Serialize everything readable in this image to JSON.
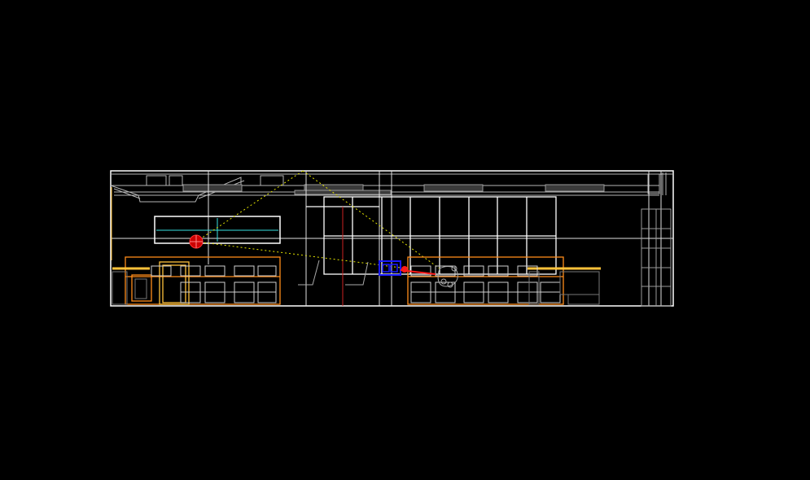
{
  "viewport": {
    "background": "#000000",
    "description_colors": {
      "frame": "#ffffff",
      "structure": "#c8c8c8",
      "ceiling_fixtures": "#9a9a9a",
      "furniture_orange": "#ff8c1a",
      "furniture_yellow": "#ffc23a",
      "accent_cyan": "#39e0e0",
      "camera_blue": "#1a1aff",
      "light_red": "#ff1a1a",
      "guide_line_yellow": "#e6e600",
      "section_line_red": "#cc2222"
    }
  },
  "scene": {
    "view_type": "cad-wireframe-elevation",
    "objects": [
      {
        "name": "section-frame",
        "kind": "frame"
      },
      {
        "name": "ceiling-band",
        "kind": "structure"
      },
      {
        "name": "wall-panel-left",
        "kind": "panel"
      },
      {
        "name": "glass-partition-grid",
        "kind": "partition"
      },
      {
        "name": "cabinet-left",
        "kind": "cabinet"
      },
      {
        "name": "cabinet-right",
        "kind": "cabinet"
      },
      {
        "name": "shelf-tower-right",
        "kind": "shelving"
      },
      {
        "name": "light-source",
        "kind": "light"
      },
      {
        "name": "camera",
        "kind": "camera"
      },
      {
        "name": "chair-group",
        "kind": "furniture"
      }
    ]
  }
}
